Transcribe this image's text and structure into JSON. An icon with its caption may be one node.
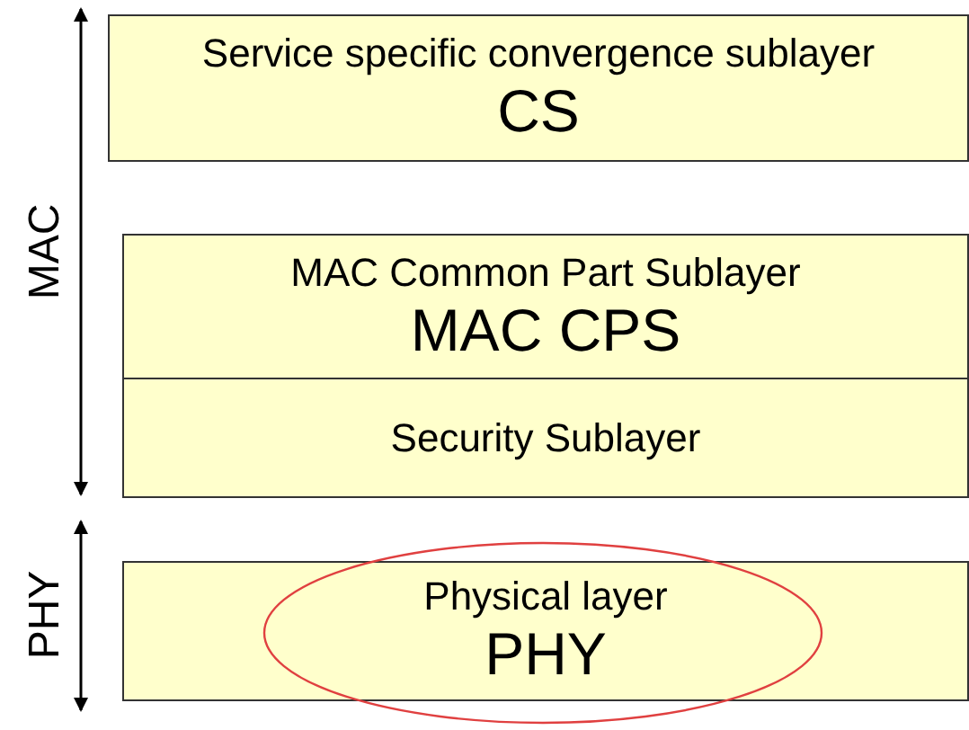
{
  "diagram": {
    "nodes": [
      {
        "text": [
          "Service specific convergence sublayer",
          "CS"
        ]
      },
      {
        "text": [
          "MAC Common Part Sublayer",
          "MAC CPS"
        ]
      },
      {
        "text": [
          "Security Sublayer"
        ]
      },
      {
        "text": [
          "Physical layer",
          "PHY"
        ]
      }
    ],
    "labels": [
      "MAC",
      "PHY"
    ]
  }
}
